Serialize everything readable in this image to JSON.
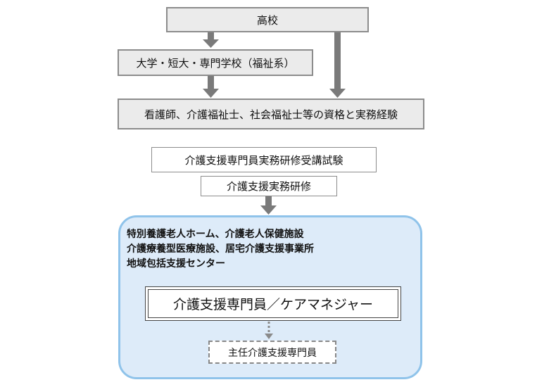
{
  "nodes": {
    "high_school": "高校",
    "university": "大学・短大・専門学校（福祉系）",
    "qualifications": "看護師、介護福祉士、社会福祉士等の資格と実務経験",
    "training_exam": "介護支援専門員実務研修受講試験",
    "practical_training": "介護支援実務研修",
    "workplaces": [
      "特別養護老人ホーム、介護老人保健施設",
      "介護療養型医療施設、居宅介護支援事業所",
      "地域包括支援センター"
    ],
    "care_manager": "介護支援専門員／ケアマネジャー",
    "chief_care_manager": "主任介護支援専門員"
  },
  "colors": {
    "grey_box_fill": "#ebebeb",
    "arrow": "#7a7a7a",
    "panel_fill": "#ddebf9",
    "panel_border": "#8fc3ea"
  }
}
